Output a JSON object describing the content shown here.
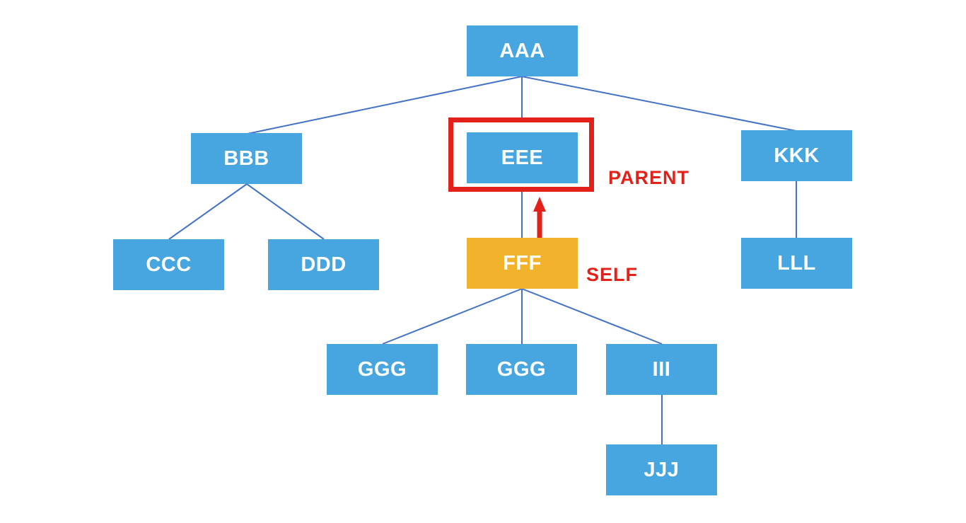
{
  "diagram": {
    "type": "tree",
    "nodes": {
      "aaa": "AAA",
      "bbb": "BBB",
      "ccc": "CCC",
      "ddd": "DDD",
      "eee": "EEE",
      "fff": "FFF",
      "ggg1": "GGG",
      "ggg2": "GGG",
      "iii": "III",
      "jjj": "JJJ",
      "kkk": "KKK",
      "lll": "LLL"
    },
    "edges": [
      {
        "from": "AAA",
        "to": "BBB"
      },
      {
        "from": "AAA",
        "to": "EEE"
      },
      {
        "from": "AAA",
        "to": "KKK"
      },
      {
        "from": "BBB",
        "to": "CCC"
      },
      {
        "from": "BBB",
        "to": "DDD"
      },
      {
        "from": "EEE",
        "to": "FFF"
      },
      {
        "from": "FFF",
        "to": "GGG"
      },
      {
        "from": "FFF",
        "to": "GGG"
      },
      {
        "from": "FFF",
        "to": "III"
      },
      {
        "from": "III",
        "to": "JJJ"
      },
      {
        "from": "KKK",
        "to": "LLL"
      }
    ],
    "annotations": {
      "parent_label": "PARENT",
      "self_label": "SELF",
      "highlighted_node": "EEE",
      "self_node": "FFF"
    },
    "colors": {
      "node_fill": "#47A6DF",
      "self_node_fill": "#F0B32B",
      "connector": "#4472C4",
      "annotation_red": "#E3211B",
      "node_text": "#FFFFFF",
      "background": "#FFFFFF"
    }
  }
}
